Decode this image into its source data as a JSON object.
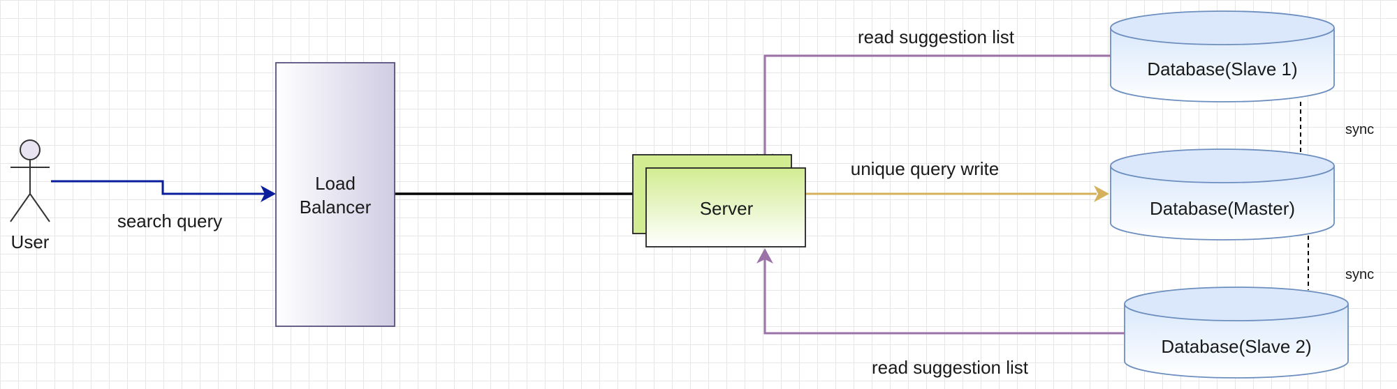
{
  "nodes": {
    "user": {
      "label": "User"
    },
    "load_balancer": {
      "label_line1": "Load",
      "label_line2": "Balancer"
    },
    "server": {
      "label": "Server"
    },
    "db_slave1": {
      "label": "Database(Slave 1)"
    },
    "db_master": {
      "label": "Database(Master)"
    },
    "db_slave2": {
      "label": "Database(Slave 2)"
    }
  },
  "edges": {
    "search_query": {
      "label": "search query",
      "color": "#0a1e9c"
    },
    "lb_to_server": {
      "label": "",
      "color": "#000000"
    },
    "unique_query_write": {
      "label": "unique query write",
      "color": "#d4b15a"
    },
    "read_suggestion_top": {
      "label": "read suggestion list",
      "color": "#9b72a8"
    },
    "read_suggestion_bottom": {
      "label": "read suggestion list",
      "color": "#9b72a8"
    },
    "sync_top": {
      "label": "sync"
    },
    "sync_bottom": {
      "label": "sync"
    }
  },
  "colors": {
    "lb_gradient_start": "#ffffff",
    "lb_gradient_end": "#d0cce3",
    "server_gradient_start": "#d2ec92",
    "server_gradient_end": "#ffffff",
    "db_gradient_start": "#d9e8fb",
    "db_gradient_end": "#ffffff",
    "db_stroke": "#6c8ebf"
  }
}
